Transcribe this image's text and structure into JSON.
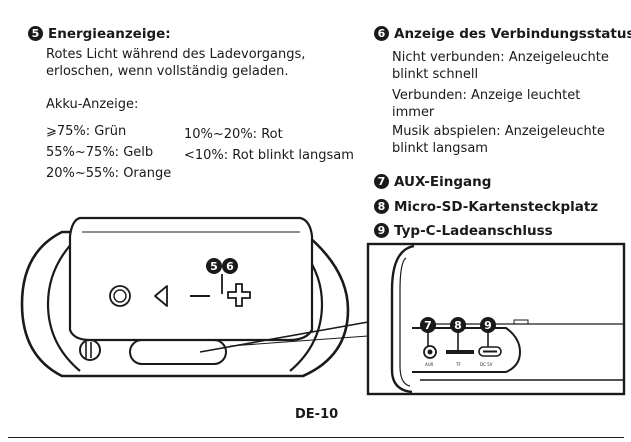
{
  "left": {
    "badge": "5",
    "heading": "Energieanzeige:",
    "desc_lines": [
      "Rotes Licht während des Ladevorgangs,",
      "erloschen, wenn vollständig geladen."
    ],
    "akku_label": "Akku-Anzeige:",
    "levels_col1": [
      "⩾75%: Grün",
      "55%~75%: Gelb",
      "20%~55%: Orange"
    ],
    "levels_col2": [
      "10%~20%: Rot",
      "<10%: Rot blinkt langsam"
    ]
  },
  "right": {
    "status": {
      "badge": "6",
      "heading": "Anzeige des Verbindungsstatus:",
      "items": [
        [
          "Nicht verbunden: Anzeigeleuchte",
          "blinkt schnell"
        ],
        [
          "Verbunden: Anzeige leuchtet",
          "immer"
        ],
        [
          "Musik abspielen: Anzeigeleuchte",
          "blinkt langsam"
        ]
      ]
    },
    "aux": {
      "badge": "7",
      "label": "AUX-Eingang"
    },
    "sd": {
      "badge": "8",
      "label": "Micro-SD-Kartensteckplatz"
    },
    "typec": {
      "badge": "9",
      "label": "Typ-C-Ladeanschluss"
    }
  },
  "illustration": {
    "callout_main": [
      "5",
      "6"
    ],
    "callout_ports": [
      "7",
      "8",
      "9"
    ],
    "port_labels": [
      "AUX",
      "TF",
      "DC 5V"
    ]
  },
  "footer": {
    "page": "DE-10"
  }
}
